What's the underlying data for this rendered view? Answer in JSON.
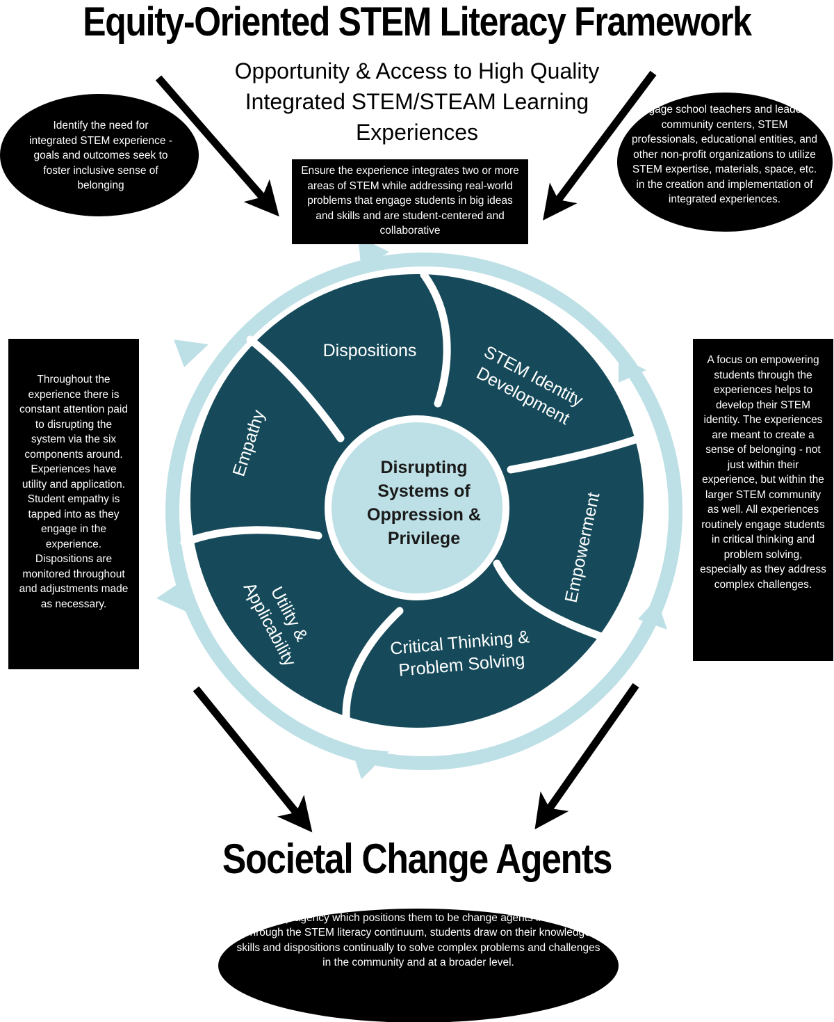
{
  "header": {
    "title": "Equity-Oriented STEM Literacy Framework",
    "subtitle": [
      "Opportunity & Access to High Quality",
      "Integrated STEM/STEAM Learning",
      "Experiences"
    ]
  },
  "top_left_note": "Identify the need for integrated STEM experience - goals and outcomes seek to foster inclusive sense of belonging",
  "top_center_note": "Ensure the experience integrates two or more areas of STEM while addressing real-world problems that engage students in big ideas and skills and are student-centered and collaborative",
  "top_right_note": "Engage school teachers and leaders, community centers, STEM professionals, educational entities, and other non-profit organizations to utilize STEM expertise, materials, space, etc. in the creation and implementation of integrated experiences.",
  "left_note": "Throughout the experience there is constant attention paid to disrupting the system via the six components around. Experiences have utility and application. Student empathy is tapped into as they engage in the experience. Dispositions are monitored throughout and adjustments made as necessary.",
  "right_note": "A focus on empowering students through the experiences helps to develop their STEM identity. The experiences are meant to create a sense of belonging - not just within their experience, but within the larger STEM community as well. All experiences routinely engage students in critical thinking and problem solving, especially as they address complex challenges.",
  "wheel": {
    "center": [
      "Disrupting",
      "Systems of",
      "Oppression &",
      "Privilege"
    ],
    "segments": {
      "dispositions": [
        "Dispositions"
      ],
      "stem_identity": [
        "STEM Identity",
        "Development"
      ],
      "empowerment": [
        "Empowerment"
      ],
      "critical_thinking": [
        "Critical Thinking &",
        "Problem Solving"
      ],
      "utility": [
        "Utility &",
        "Applicability"
      ],
      "empathy": [
        "Empathy"
      ]
    }
  },
  "footer": {
    "title": "Societal Change Agents",
    "note": "Through each experience, students become more STEM literate and develop agency which positions them to be change agents in society. Through the STEM literacy continuum, students draw on their knowledge, skills and dispositions continually to solve complex problems and challenges in the community and at a broader level."
  },
  "colors": {
    "segment": "#164a5a",
    "ring": "#bde0e6",
    "center": "#bde0e6",
    "text_dark": "#000000"
  }
}
